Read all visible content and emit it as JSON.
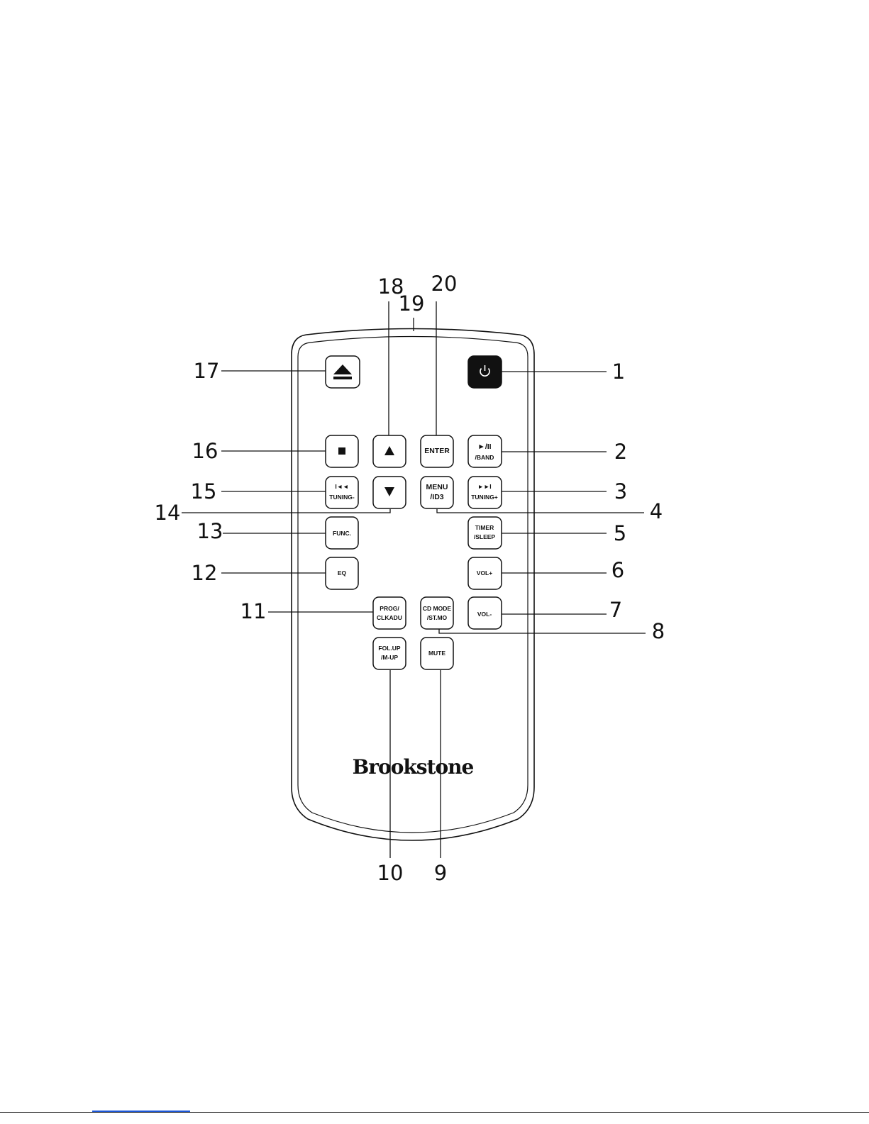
{
  "brand": "Brookstone",
  "colors": {
    "stroke": "#111111",
    "power_fill": "#111111",
    "link": "#1a56d8"
  },
  "buttons": {
    "eject": {
      "icon": "eject-icon"
    },
    "power": {
      "icon": "power-icon"
    },
    "stop": {
      "icon": "stop-icon"
    },
    "up": {
      "icon": "up-arrow-icon"
    },
    "enter": {
      "line1": "ENTER"
    },
    "play_band": {
      "icon": "play-pause-icon",
      "line1": "►/II",
      "line2": "/BAND"
    },
    "prev_tuning": {
      "icon": "prev-track-icon",
      "line1": "I◄◄",
      "line2": "TUNING-"
    },
    "down": {
      "icon": "down-arrow-icon"
    },
    "menu_id3": {
      "line1": "MENU",
      "line2": "/ID3"
    },
    "next_tuning": {
      "icon": "next-track-icon",
      "line1": "►►I",
      "line2": "TUNING+"
    },
    "func": {
      "line1": "FUNC."
    },
    "timer_sleep": {
      "line1": "TIMER",
      "line2": "/SLEEP"
    },
    "eq": {
      "line1": "EQ"
    },
    "vol_up": {
      "line1": "VOL+"
    },
    "prog_clkadu": {
      "line1": "PROG/",
      "line2": "CLKADU"
    },
    "cd_mode": {
      "line1": "CD MODE",
      "line2": "/ST.MO"
    },
    "vol_down": {
      "line1": "VOL-"
    },
    "fol_up": {
      "line1": "FOL.UP",
      "line2": "/M-UP"
    },
    "mute": {
      "line1": "MUTE"
    }
  },
  "callouts": {
    "c1": "1",
    "c2": "2",
    "c3": "3",
    "c4": "4",
    "c5": "5",
    "c6": "6",
    "c7": "7",
    "c8": "8",
    "c9": "9",
    "c10": "10",
    "c11": "11",
    "c12": "12",
    "c13": "13",
    "c14": "14",
    "c15": "15",
    "c16": "16",
    "c17": "17",
    "c18": "18",
    "c19": "19",
    "c20": "20"
  }
}
